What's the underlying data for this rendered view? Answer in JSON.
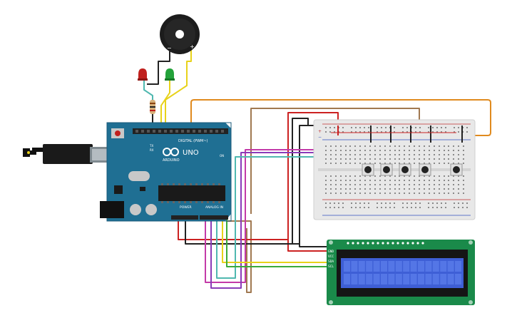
{
  "arduino": {
    "model": "UNO",
    "brand": "ARDUINO",
    "digital_header": "DIGITAL (PWM~)",
    "power_header": "POWER",
    "analog_header": "ANALOG IN",
    "on_label": "ON",
    "tx_label": "TX",
    "rx_label": "RX"
  },
  "buzzer": {
    "minus": "−",
    "plus": "+"
  },
  "lcd": {
    "pins": [
      "GND",
      "VCC",
      "SDA",
      "SCL"
    ]
  },
  "breadboard": {
    "rail_plus": "+",
    "rail_minus": "−"
  },
  "colors": {
    "board": "#1f6f93",
    "breadboard": "#e8e8e8",
    "lcd_pcb": "#1a8a4a",
    "lcd_screen": "#3e5fd6",
    "wire_orange": "#e08a1e",
    "wire_brown": "#a07850",
    "wire_red": "#cc2222",
    "wire_black": "#222222",
    "wire_magenta": "#c33aa8",
    "wire_purple": "#8a3bb8",
    "wire_teal": "#4fb8b0",
    "wire_yellow": "#e8d21a",
    "wire_green": "#3aaa3a",
    "led_red": "#c0201d",
    "led_green": "#23a23a"
  }
}
